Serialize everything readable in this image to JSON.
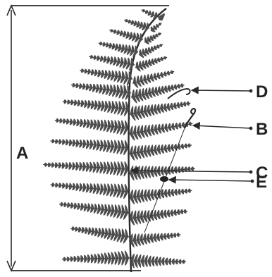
{
  "diagram": {
    "dimension_label": "A",
    "callouts": {
      "d": "D",
      "b": "B",
      "c": "C",
      "e": "E"
    },
    "colors": {
      "ink": "#2a2a2a",
      "leaf": "#4d4d4d",
      "background": "#ffffff"
    }
  }
}
